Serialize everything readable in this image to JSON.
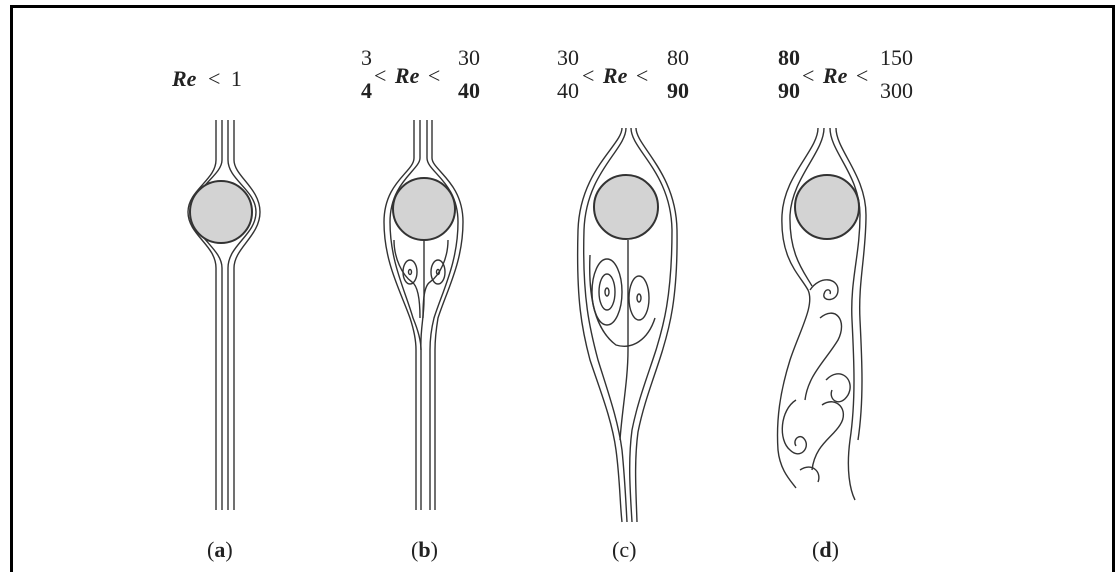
{
  "panels": [
    {
      "condition": {
        "left_top": "",
        "left_bottom": "",
        "re": "Re",
        "op1": "",
        "op2": "<",
        "right": "1",
        "right_top": "",
        "right_bottom": ""
      },
      "caption_open": "(",
      "caption_letter": "a",
      "caption_close": ")"
    },
    {
      "condition": {
        "left_top": "3",
        "left_bottom": "4",
        "re": "Re",
        "op1": "<",
        "op2": "<",
        "right": "",
        "right_top": "30",
        "right_bottom": "40"
      },
      "caption_open": "(",
      "caption_letter": "b",
      "caption_close": ")"
    },
    {
      "condition": {
        "left_top": "30",
        "left_bottom": "40",
        "re": "Re",
        "op1": "<",
        "op2": "<",
        "right": "",
        "right_top": "80",
        "right_bottom": "90"
      },
      "caption_open": "(",
      "caption_letter": "c",
      "caption_close": ")"
    },
    {
      "condition": {
        "left_top": "80",
        "left_bottom": "90",
        "re": "Re",
        "op1": "<",
        "op2": "<",
        "right": "",
        "right_top": "150",
        "right_bottom": "300"
      },
      "caption_open": "(",
      "caption_letter": "d",
      "caption_close": ")"
    }
  ],
  "colors": {
    "cylinder_fill": "#d3d3d3",
    "line": "#333333",
    "border": "#000000"
  }
}
